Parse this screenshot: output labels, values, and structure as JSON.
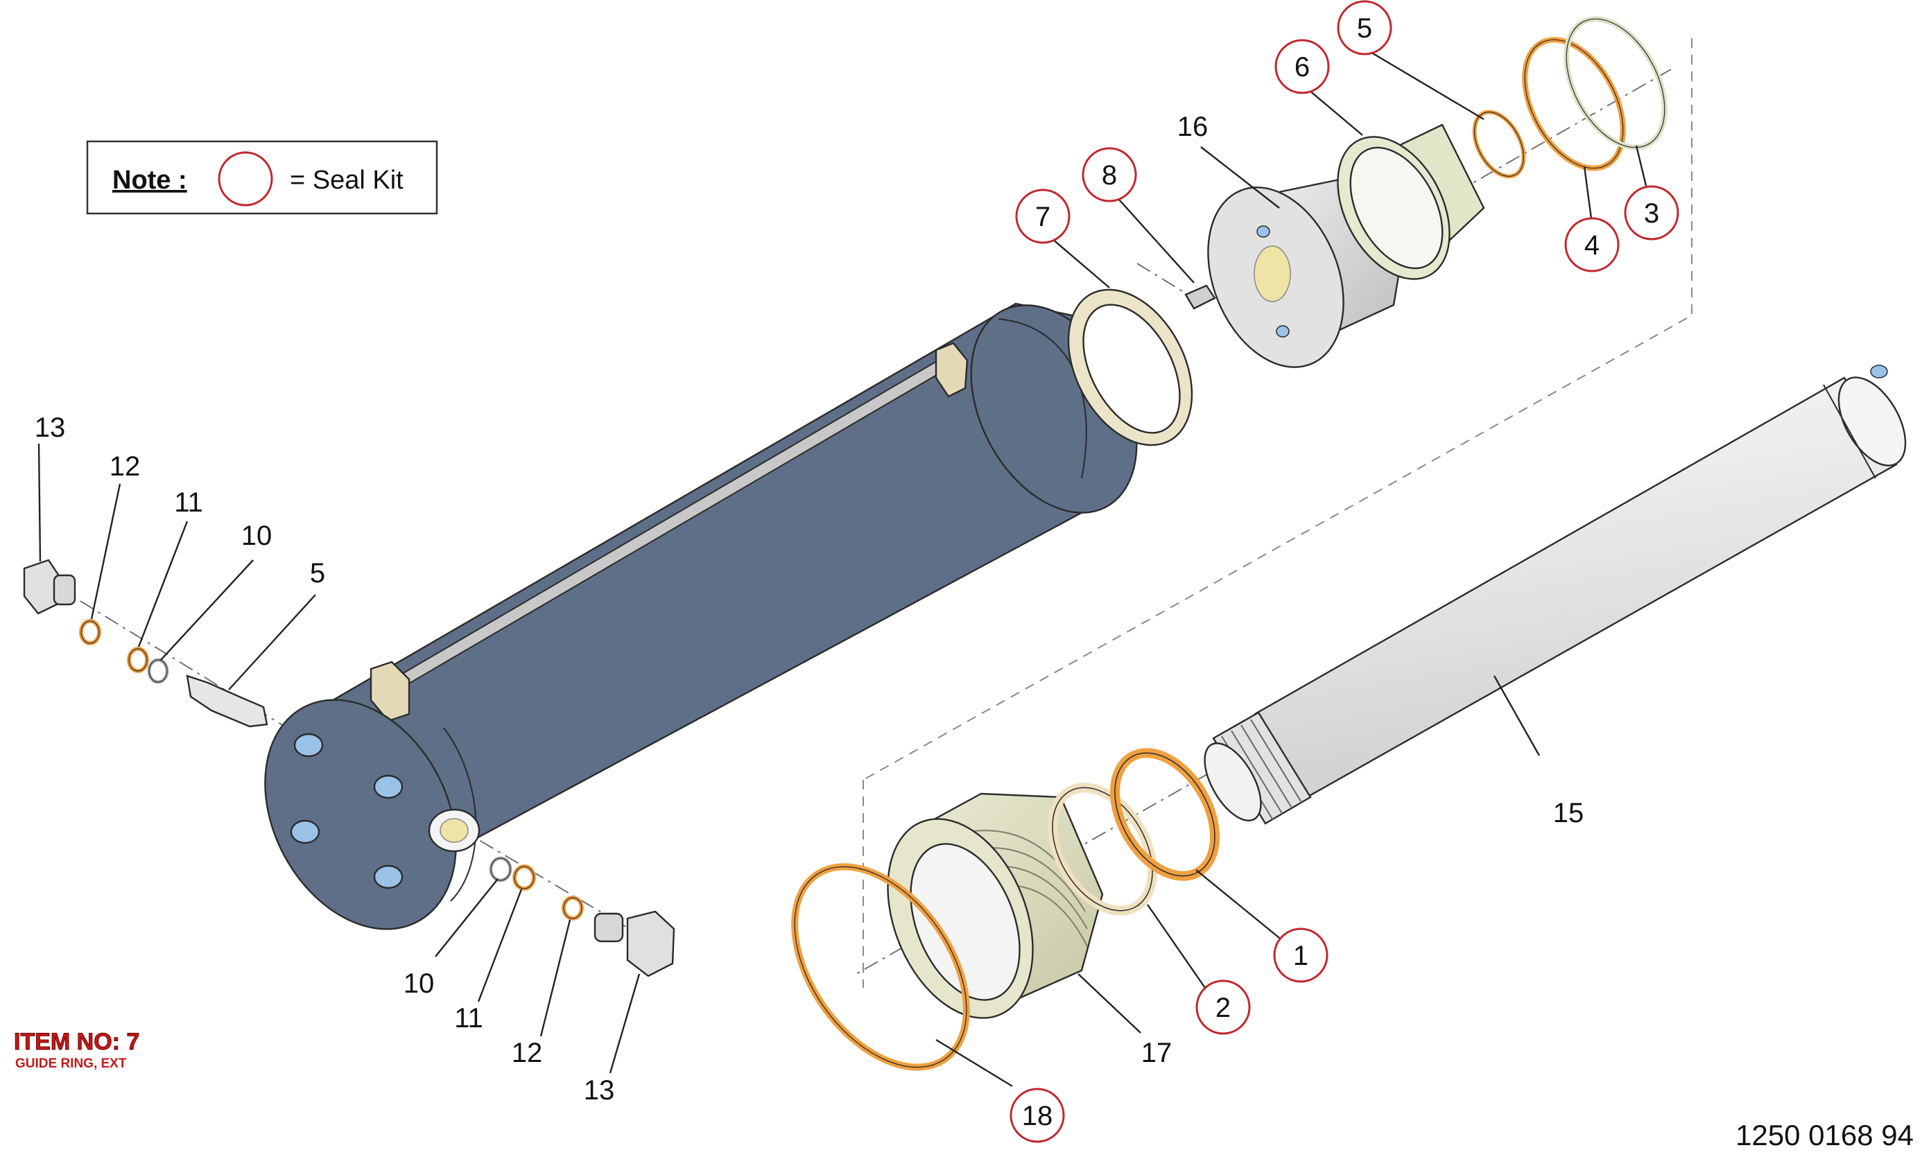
{
  "note": {
    "label": "Note :",
    "equals_text": "= Seal Kit"
  },
  "item_banner": {
    "title": "ITEM NO: 7",
    "subtitle": "GUIDE RING, EXT"
  },
  "drawing_number": "1250 0168 94",
  "callouts": {
    "c1": "1",
    "c2": "2",
    "c3": "3",
    "c4": "4",
    "c5_top": "5",
    "c5_left": "5",
    "c6": "6",
    "c7": "7",
    "c8": "8",
    "c10_top": "10",
    "c10_bottom": "10",
    "c11_top": "11",
    "c11_bottom": "11",
    "c12_top": "12",
    "c12_bottom": "12",
    "c13_top": "13",
    "c13_bottom": "13",
    "c15": "15",
    "c16": "16",
    "c17": "17",
    "c18": "18"
  },
  "colors": {
    "seal_kit_circle": "#c0272d",
    "barrel": "#5f6f88",
    "rod": "#ececec",
    "orange_ring": "#f0a040",
    "beige_part": "#e8e2c4",
    "banner_red": "#c41a1a"
  }
}
